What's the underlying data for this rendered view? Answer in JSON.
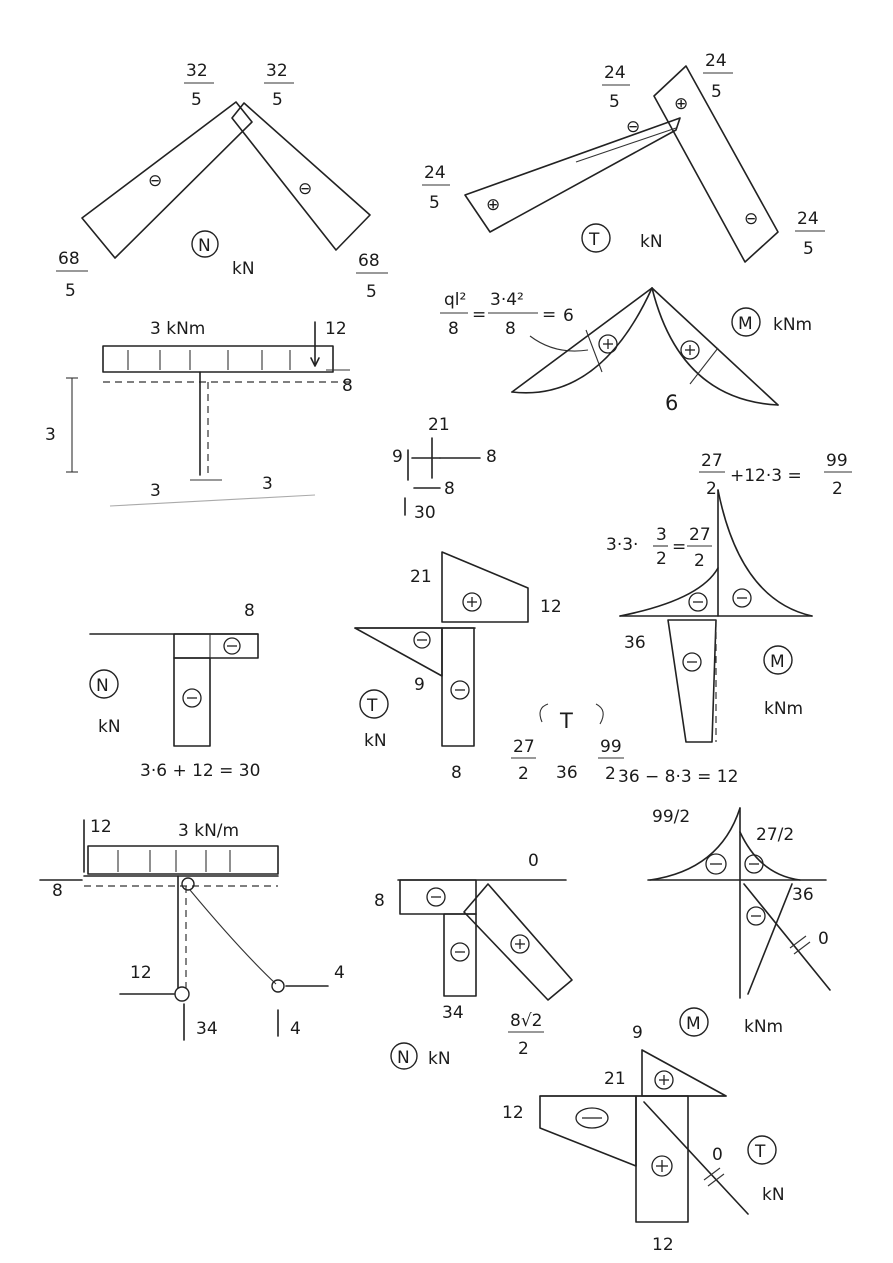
{
  "colors": {
    "ink": "#1b1b1b",
    "paper": "#ffffff",
    "pencil": "#aaaaaa"
  },
  "top_left": {
    "left_top": {
      "num": "32",
      "den": "5"
    },
    "right_top": {
      "num": "32",
      "den": "5"
    },
    "left_bottom": {
      "num": "68",
      "den": "5"
    },
    "right_bottom": {
      "num": "68",
      "den": "5"
    },
    "title": "N",
    "unit": "kN",
    "sign_minus": "⊖"
  },
  "top_right": {
    "values": [
      {
        "num": "24",
        "den": "5"
      },
      {
        "num": "24",
        "den": "5"
      },
      {
        "num": "24",
        "den": "5"
      },
      {
        "num": "24",
        "den": "5"
      }
    ],
    "title": "T",
    "unit": "kN",
    "sign_plus": "⊕",
    "sign_minus": "⊖"
  },
  "moment_top": {
    "formula_num_a": "ql²",
    "formula_den_a": "8",
    "eq1": "=",
    "formula_num_b": "3·4²",
    "formula_den_b": "8",
    "eq2": "=",
    "result": "6",
    "bottom_value": "6",
    "title": "M",
    "unit": "kNm"
  },
  "frame": {
    "load": "3 kNm",
    "point_load": "12",
    "horizontal_load": "8",
    "height": "3",
    "span_left": "3",
    "span_right": "3"
  },
  "reactions": {
    "top": "21",
    "left": "9",
    "right": "8",
    "bottom_right": "8",
    "vertical": "30"
  },
  "moment_mid": {
    "top_num": "27",
    "top_den": "2",
    "top_mid": "+12·3 =",
    "top_res_num": "99",
    "top_res_den": "2",
    "left_formula": "3·3·",
    "left_frac_num": "3",
    "left_frac_den": "2",
    "left_eq": "=",
    "left_res_num": "27",
    "left_res_den": "2",
    "col_value": "36",
    "bottom_formula": "36 − 8·3 = 12",
    "title": "M",
    "unit": "kNm"
  },
  "normal_mid": {
    "right_value": "8",
    "title": "N",
    "unit": "kN",
    "bottom_formula": "3·6 + 12 = 30"
  },
  "shear_mid": {
    "top_value": "21",
    "right_value": "12",
    "left_value": "9",
    "bottom_value": "8",
    "title": "T",
    "unit": "kN"
  },
  "joint_mid": {
    "letter": "T",
    "left_num": "27",
    "left_den": "2",
    "center": "36",
    "right_num": "99",
    "right_den": "2"
  },
  "frame2": {
    "point_load": "12",
    "load": "3 kN/m",
    "horizontal_load": "8",
    "left_reaction_h": "12",
    "left_reaction_v": "34",
    "right_reaction_h": "4",
    "right_reaction_v": "4"
  },
  "normal2": {
    "top_value": "0",
    "left_value": "8",
    "bottom_left": "34",
    "bottom_right_num": "8√2",
    "bottom_right_den": "2",
    "title": "N",
    "unit": "kN"
  },
  "moment2": {
    "left_value": "99/2",
    "right_value": "27/2",
    "value_36": "36",
    "zero": "0",
    "title": "M",
    "unit": "kNm"
  },
  "shear2": {
    "top_value": "9",
    "mid_value": "21",
    "left_value": "12",
    "zero": "0",
    "bottom_value": "12",
    "title": "T",
    "unit": "kN"
  }
}
